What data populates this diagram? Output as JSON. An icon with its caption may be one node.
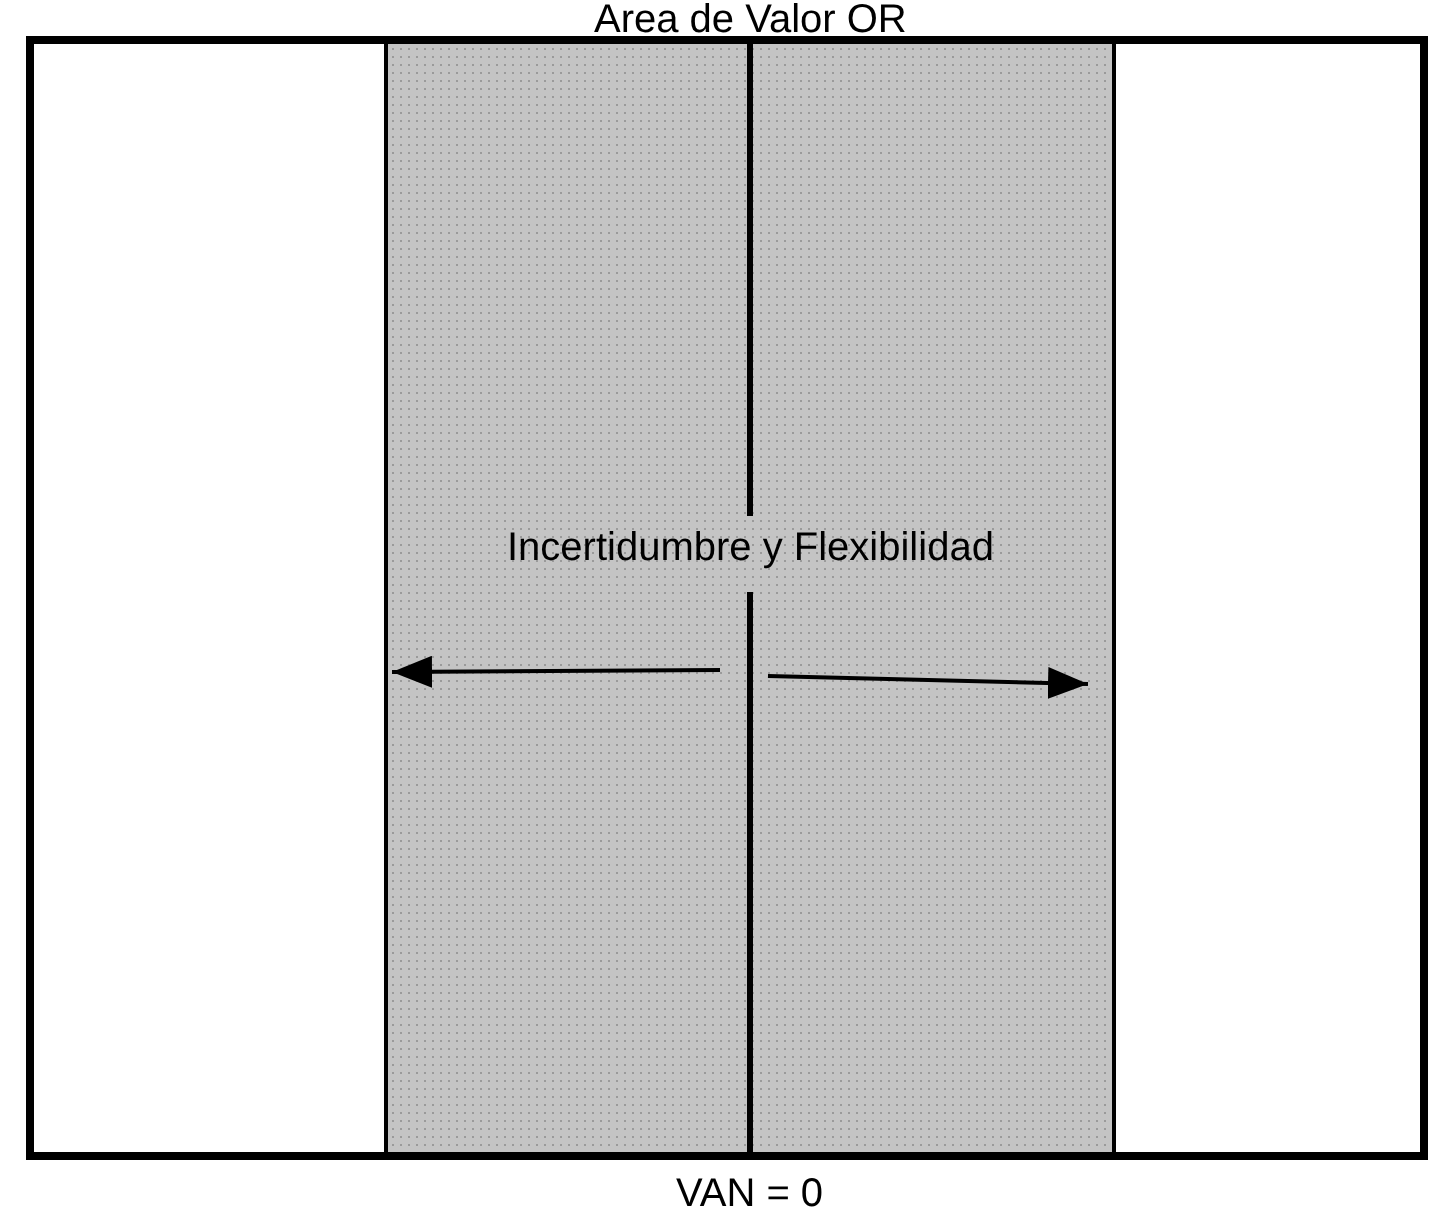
{
  "diagram": {
    "labels": [
      "Area de Valor OR",
      "Incertidumbre y Flexibilidad",
      "VAN = 0"
    ]
  }
}
